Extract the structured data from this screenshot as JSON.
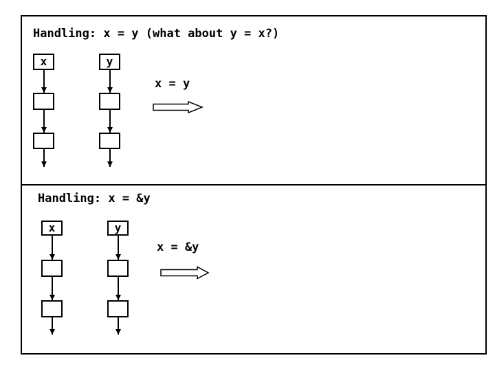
{
  "slide": {
    "background_color": "#ffffff",
    "foreground_color": "#000000"
  },
  "panels": [
    {
      "title": "Handling: x = y (what about y = x?)",
      "equation": "x = y",
      "transition_icon": "right-block-arrow",
      "connector_icon": "down-arrow",
      "chains": [
        {
          "label": "x",
          "empty_nodes": 2
        },
        {
          "label": "y",
          "empty_nodes": 2
        }
      ]
    },
    {
      "title": "Handling: x = &y",
      "equation": "x = &y",
      "transition_icon": "right-block-arrow",
      "connector_icon": "down-arrow",
      "chains": [
        {
          "label": "x",
          "empty_nodes": 2
        },
        {
          "label": "y",
          "empty_nodes": 2
        }
      ]
    }
  ]
}
